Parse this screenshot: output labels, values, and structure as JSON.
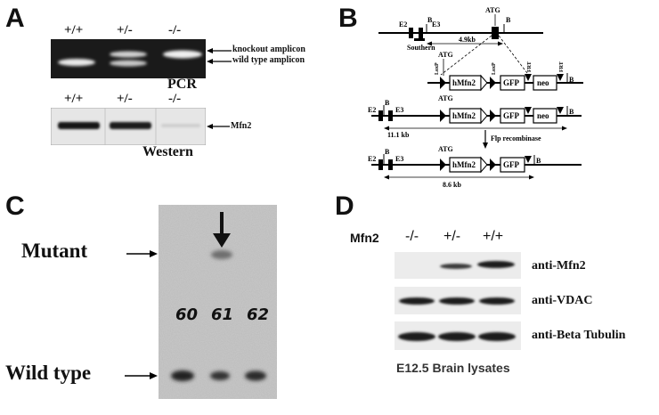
{
  "panels": {
    "a": {
      "letter": "A",
      "pcr_genotypes": [
        "+/+",
        "+/-",
        "-/-"
      ],
      "western_genotypes": [
        "+/+",
        "+/-",
        "-/-"
      ],
      "knockout_label": "knockout amplicon",
      "wildtype_label": "wild type amplicon",
      "pcr_caption": "PCR",
      "mfn2_label": "Mfn2",
      "western_caption": "Western"
    },
    "b": {
      "letter": "B",
      "e2": "E2",
      "e3": "E3",
      "b_site": "B",
      "atg": "ATG",
      "southern": "Southern",
      "dist_4_9": "4.9kb",
      "loxp": "LoxP",
      "frt": "FRT",
      "hmfn2": "hMfn2",
      "gfp": "GFP",
      "neo": "neo",
      "dist_11_1": "11.1 kb",
      "flp": "Flp recombinase",
      "dist_8_6": "8.6 kb"
    },
    "c": {
      "letter": "C",
      "mutant": "Mutant",
      "wild_type": "Wild type",
      "lane_labels": [
        "60",
        "61",
        "62"
      ]
    },
    "d": {
      "letter": "D",
      "row_label": "Mfn2",
      "genotypes": [
        "-/-",
        "+/-",
        "+/+"
      ],
      "blot_labels": [
        "anti-Mfn2",
        "anti-VDAC",
        "anti-Beta Tubulin"
      ],
      "caption": "E12.5 Brain lysates"
    }
  }
}
